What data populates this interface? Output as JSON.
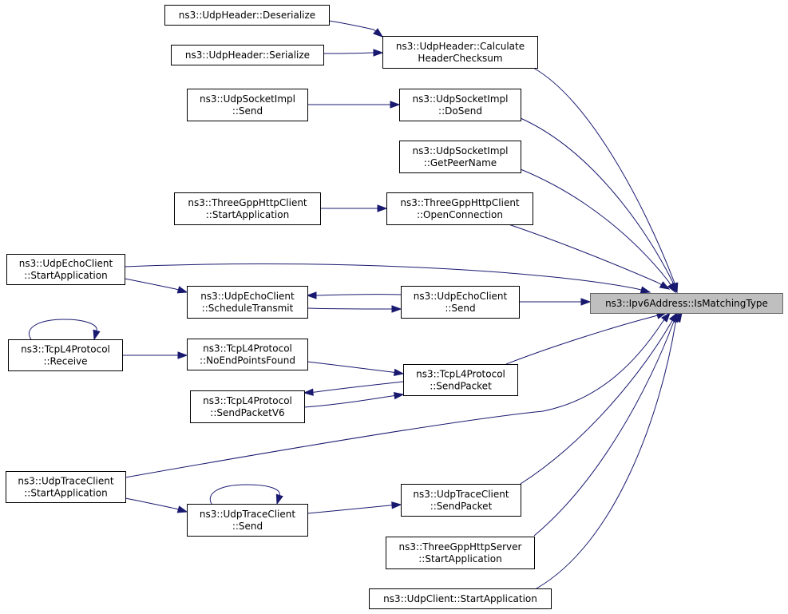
{
  "graph": {
    "target": "ns3::Ipv6Address::IsMatchingType",
    "nodes": [
      {
        "id": "target",
        "lines": [
          "ns3::Ipv6Address::IsMatchingType"
        ],
        "highlight": true
      },
      {
        "id": "udpheader_deserialize",
        "lines": [
          "ns3::UdpHeader::Deserialize"
        ]
      },
      {
        "id": "udpheader_serialize",
        "lines": [
          "ns3::UdpHeader::Serialize"
        ]
      },
      {
        "id": "udpheader_calc",
        "lines": [
          "ns3::UdpHeader::Calculate",
          "HeaderChecksum"
        ]
      },
      {
        "id": "udpsocketimpl_send",
        "lines": [
          "ns3::UdpSocketImpl",
          "::Send"
        ]
      },
      {
        "id": "udpsocketimpl_dosend",
        "lines": [
          "ns3::UdpSocketImpl",
          "::DoSend"
        ]
      },
      {
        "id": "udpsocketimpl_getpeername",
        "lines": [
          "ns3::UdpSocketImpl",
          "::GetPeerName"
        ]
      },
      {
        "id": "threegpp_client_start",
        "lines": [
          "ns3::ThreeGppHttpClient",
          "::StartApplication"
        ]
      },
      {
        "id": "threegpp_client_open",
        "lines": [
          "ns3::ThreeGppHttpClient",
          "::OpenConnection"
        ]
      },
      {
        "id": "udpecho_start",
        "lines": [
          "ns3::UdpEchoClient",
          "::StartApplication"
        ]
      },
      {
        "id": "udpecho_schedule",
        "lines": [
          "ns3::UdpEchoClient",
          "::ScheduleTransmit"
        ]
      },
      {
        "id": "udpecho_send",
        "lines": [
          "ns3::UdpEchoClient",
          "::Send"
        ]
      },
      {
        "id": "tcpl4_receive",
        "lines": [
          "ns3::TcpL4Protocol",
          "::Receive"
        ]
      },
      {
        "id": "tcpl4_noendpoints",
        "lines": [
          "ns3::TcpL4Protocol",
          "::NoEndPointsFound"
        ]
      },
      {
        "id": "tcpl4_sendpacket",
        "lines": [
          "ns3::TcpL4Protocol",
          "::SendPacket"
        ]
      },
      {
        "id": "tcpl4_sendpacketv6",
        "lines": [
          "ns3::TcpL4Protocol",
          "::SendPacketV6"
        ]
      },
      {
        "id": "udptrace_start",
        "lines": [
          "ns3::UdpTraceClient",
          "::StartApplication"
        ]
      },
      {
        "id": "udptrace_send",
        "lines": [
          "ns3::UdpTraceClient",
          "::Send"
        ]
      },
      {
        "id": "udptrace_sendpacket",
        "lines": [
          "ns3::UdpTraceClient",
          "::SendPacket"
        ]
      },
      {
        "id": "threegpp_server_start",
        "lines": [
          "ns3::ThreeGppHttpServer",
          "::StartApplication"
        ]
      },
      {
        "id": "udpclient_start",
        "lines": [
          "ns3::UdpClient::StartApplication"
        ]
      }
    ],
    "edges": [
      {
        "from": "udpheader_deserialize",
        "to": "udpheader_calc"
      },
      {
        "from": "udpheader_serialize",
        "to": "udpheader_calc"
      },
      {
        "from": "udpsocketimpl_send",
        "to": "udpsocketimpl_dosend"
      },
      {
        "from": "threegpp_client_start",
        "to": "threegpp_client_open"
      },
      {
        "from": "udpecho_start",
        "to": "udpecho_schedule"
      },
      {
        "from": "udpecho_schedule",
        "to": "udpecho_send"
      },
      {
        "from": "udpecho_send",
        "to": "udpecho_schedule"
      },
      {
        "from": "tcpl4_receive",
        "to": "tcpl4_receive"
      },
      {
        "from": "tcpl4_receive",
        "to": "tcpl4_noendpoints"
      },
      {
        "from": "tcpl4_noendpoints",
        "to": "tcpl4_sendpacket"
      },
      {
        "from": "tcpl4_sendpacket",
        "to": "tcpl4_sendpacketv6"
      },
      {
        "from": "tcpl4_sendpacketv6",
        "to": "tcpl4_sendpacket"
      },
      {
        "from": "udptrace_start",
        "to": "udptrace_send"
      },
      {
        "from": "udptrace_send",
        "to": "udptrace_send"
      },
      {
        "from": "udptrace_send",
        "to": "udptrace_sendpacket"
      },
      {
        "from": "udpheader_calc",
        "to": "target"
      },
      {
        "from": "udpsocketimpl_dosend",
        "to": "target"
      },
      {
        "from": "udpsocketimpl_getpeername",
        "to": "target"
      },
      {
        "from": "threegpp_client_open",
        "to": "target"
      },
      {
        "from": "udpecho_start",
        "to": "target"
      },
      {
        "from": "udpecho_send",
        "to": "target"
      },
      {
        "from": "tcpl4_sendpacket",
        "to": "target"
      },
      {
        "from": "udptrace_start",
        "to": "target"
      },
      {
        "from": "udptrace_sendpacket",
        "to": "target"
      },
      {
        "from": "threegpp_server_start",
        "to": "target"
      },
      {
        "from": "udpclient_start",
        "to": "target"
      }
    ],
    "colors": {
      "edge": "#191970",
      "node_border": "#000000",
      "highlight_fill": "#bfbfbf",
      "highlight_border": "#666666"
    }
  }
}
